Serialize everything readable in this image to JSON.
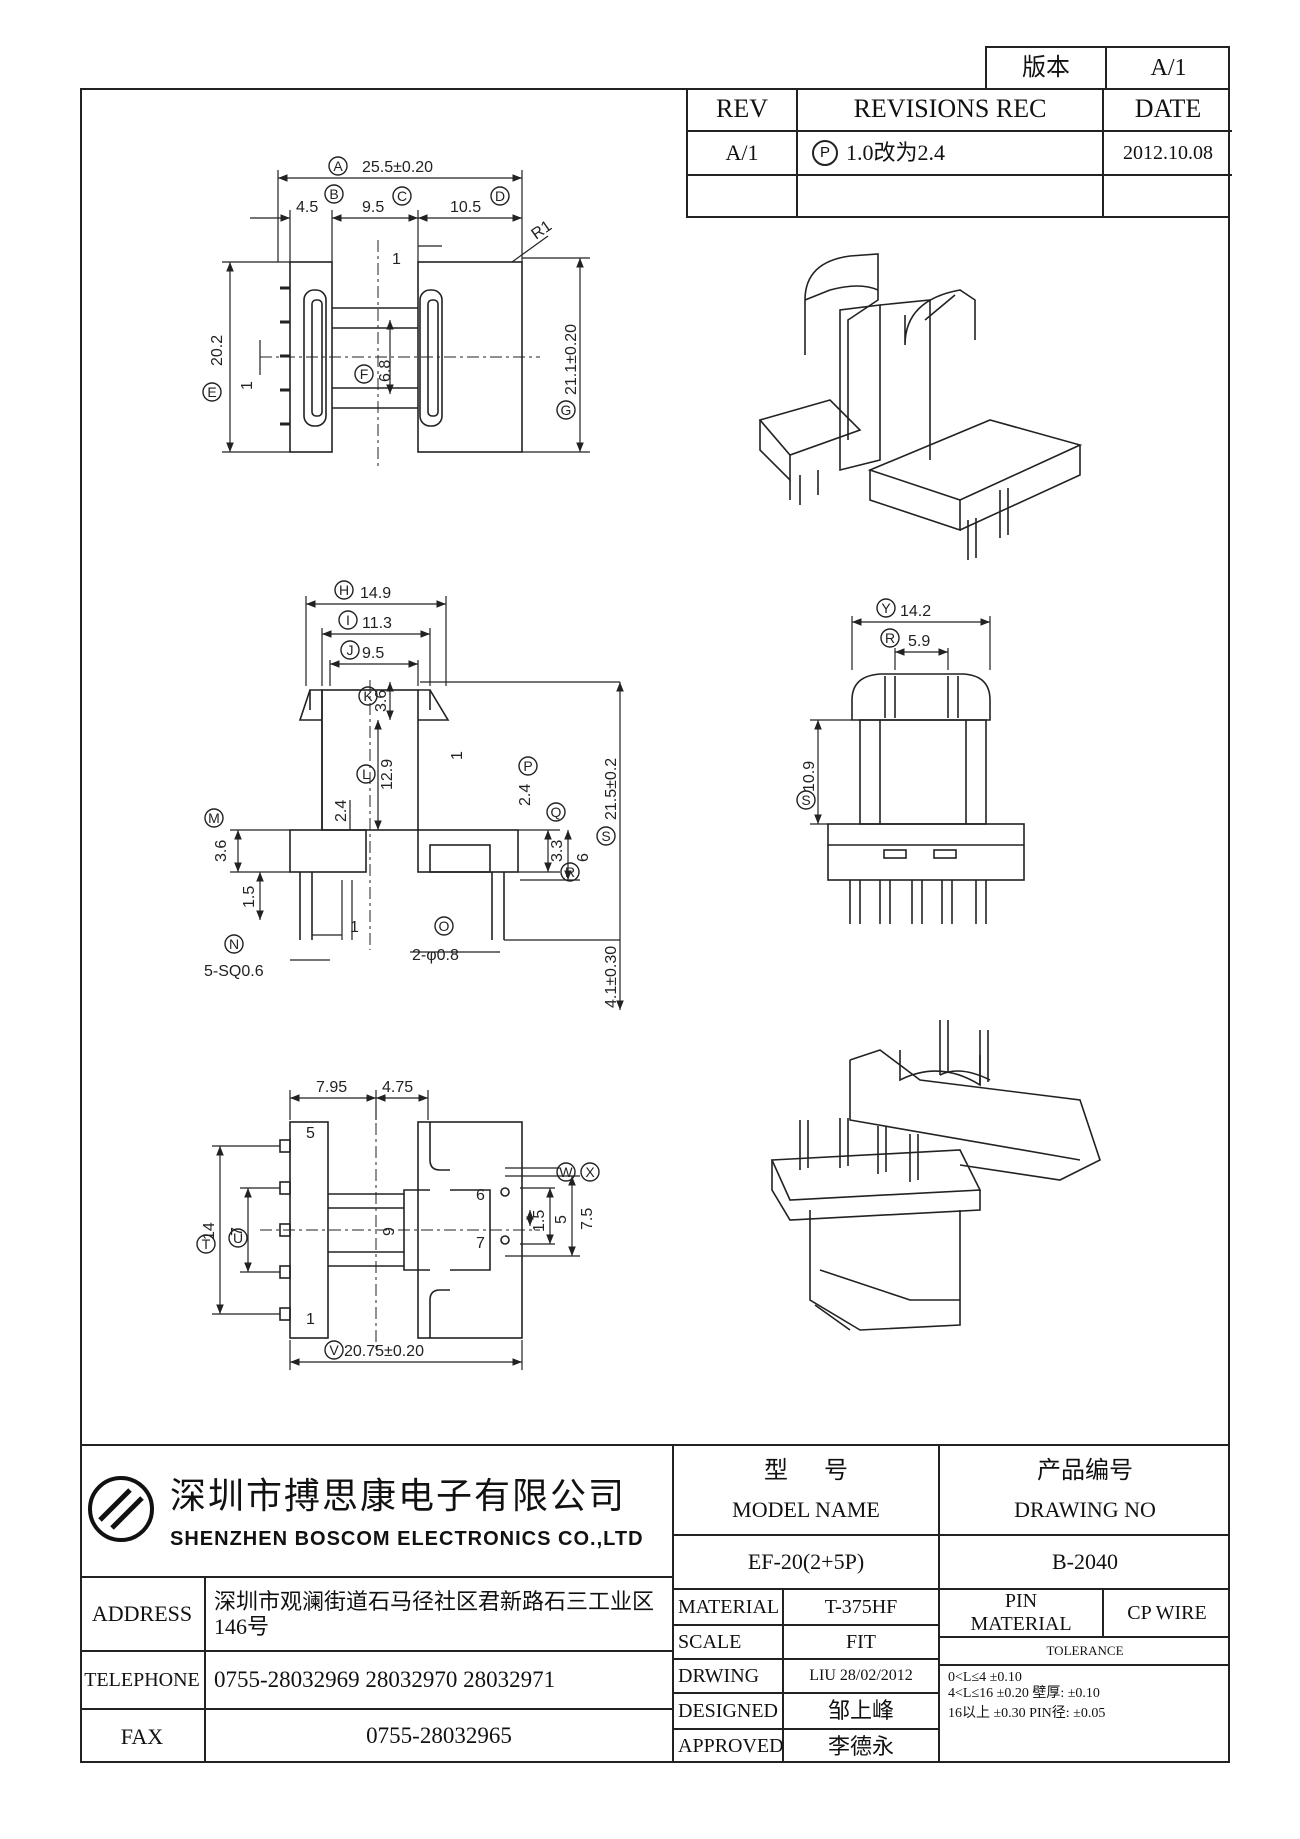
{
  "header": {
    "version_label": "版本",
    "version_value": "A/1"
  },
  "revisions": {
    "headers": [
      "REV",
      "REVISIONS REC",
      "DATE"
    ],
    "rows": [
      {
        "rev": "A/1",
        "marker": "P",
        "rec": "1.0改为2.4",
        "date": "2012.10.08"
      }
    ]
  },
  "drawing": {
    "top_view": {
      "a": "25.5±0.20",
      "b": "4.5",
      "c": "9.5",
      "d": "10.5",
      "r1": "R1",
      "d1": "1",
      "e": "20.2",
      "f": "6.8",
      "e1": "1",
      "g": "21.1±0.20"
    },
    "side_view": {
      "h": "14.9",
      "i": "11.3",
      "j": "9.5",
      "k": "3.6",
      "k1": "1",
      "l": "12.9",
      "l1": "2.4",
      "m": "3.6",
      "n": "5-SQ0.6",
      "n1": "1.5",
      "n2": "1",
      "o": "2-φ0.8",
      "p": "2.4",
      "q": "3.3",
      "r": "6",
      "s": "21.5±0.2",
      "t": "4.1±0.30"
    },
    "bottom_view": {
      "w1": "7.95",
      "w2": "4.75",
      "t": "14",
      "u": "7",
      "nine": "9",
      "v": "20.75±0.20",
      "pin1": "1",
      "pin5": "5",
      "pin6": "6",
      "pin7": "7",
      "y1": "1.5",
      "y2": "5",
      "y3": "7.5"
    },
    "front_view": {
      "y": "14.2",
      "r": "5.9",
      "s": "10.9"
    },
    "markers": [
      "A",
      "B",
      "C",
      "D",
      "E",
      "F",
      "G",
      "H",
      "I",
      "J",
      "K",
      "L",
      "M",
      "N",
      "O",
      "P",
      "Q",
      "R",
      "S",
      "T",
      "U",
      "V",
      "W",
      "X",
      "Y"
    ]
  },
  "titleblock": {
    "company_cn": "深圳市搏思康电子有限公司",
    "company_en": "SHENZHEN BOSCOM ELECTRONICS CO.,LTD",
    "model_cn": "型 号",
    "model_en": "MODEL NAME",
    "model_value": "EF-20(2+5P)",
    "drawing_cn": "产品编号",
    "drawing_en": "DRAWING NO",
    "drawing_value": "B-2040",
    "address_label": "ADDRESS",
    "address_value": "深圳市观澜街道石马径社区君新路石三工业区146号",
    "telephone_label": "TELEPHONE",
    "telephone_value": "0755-28032969 28032970 28032971",
    "fax_label": "FAX",
    "fax_value": "0755-28032965",
    "material_label": "MATERIAL",
    "material_value": "T-375HF",
    "scale_label": "SCALE",
    "scale_value": "FIT",
    "drwing_label": "DRWING",
    "drwing_value": "LIU 28/02/2012",
    "designed_label": "DESIGNED",
    "designed_value": "邹上峰",
    "approved_label": "APPROVED",
    "approved_value": "李德永",
    "pin_material_label": "PIN MATERIAL",
    "pin_material_value": "CP WIRE",
    "tolerance_label": "TOLERANCE",
    "tolerance_lines": [
      "0<L≤4 ±0.10",
      "4<L≤16 ±0.20 壁厚: ±0.10",
      "16以上 ±0.30 PIN径: ±0.05"
    ]
  }
}
